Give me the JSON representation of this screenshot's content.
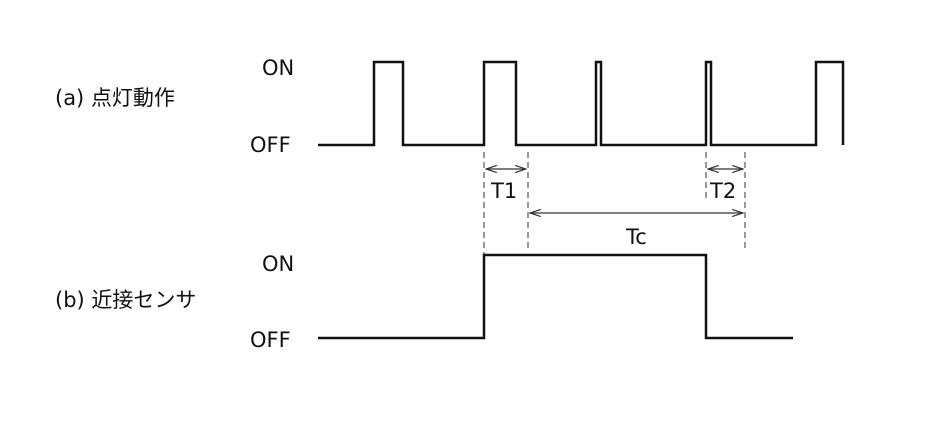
{
  "signal_a": {
    "label": "(a) 点灯動作",
    "on": "ON",
    "off": "OFF"
  },
  "signal_b": {
    "label": "(b) 近接センサ",
    "on": "ON",
    "off": "OFF"
  },
  "annotations": {
    "t1": "T1",
    "t2": "T2",
    "tc": "Tc"
  }
}
